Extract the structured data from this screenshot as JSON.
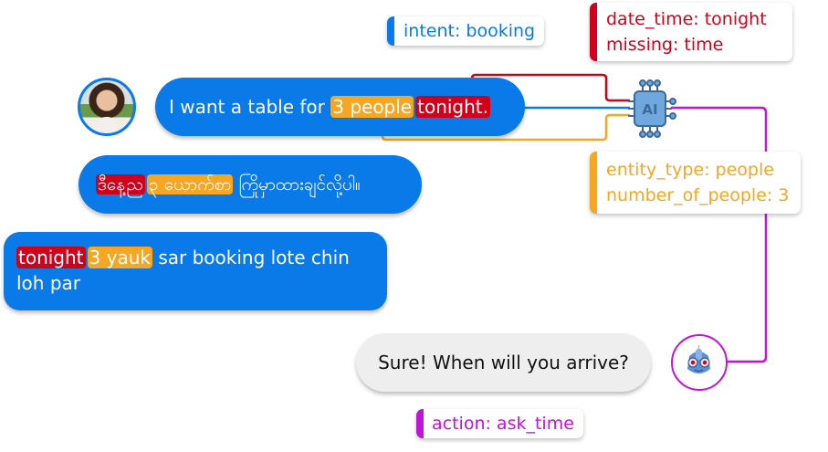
{
  "colors": {
    "blue": "#0a7ae8",
    "red": "#d0021b",
    "orange": "#f5a623",
    "purple": "#c014d9",
    "chip": "#6fa8dc",
    "chip_border": "#3d6a9a",
    "bot_bubble": "#eeeeee"
  },
  "tags": {
    "intent": "intent: booking",
    "date_time": "date_time: tonight",
    "missing": "missing: time",
    "entity_type": "entity_type: people",
    "number_of_people": "number_of_people: 3",
    "action": "action: ask_time"
  },
  "messages": {
    "english": {
      "prefix": "I want a table for ",
      "people": "3 people",
      "time": "tonight."
    },
    "burmese": {
      "time": "ဒီနေ့ည",
      "people": "၃ ယောက်စာ",
      "rest": "ကြိုမှာထားချင်လို့ပါ။"
    },
    "romanized": {
      "time": "tonight",
      "people": "3 yauk",
      "rest": "sar booking lote chin loh par"
    },
    "bot": "Sure! When will you arrive?"
  },
  "chip_label": "AI",
  "icons": {
    "user_avatar": "user-photo-avatar",
    "bot_avatar": "robot-icon",
    "ai_chip": "ai-chip-icon"
  }
}
